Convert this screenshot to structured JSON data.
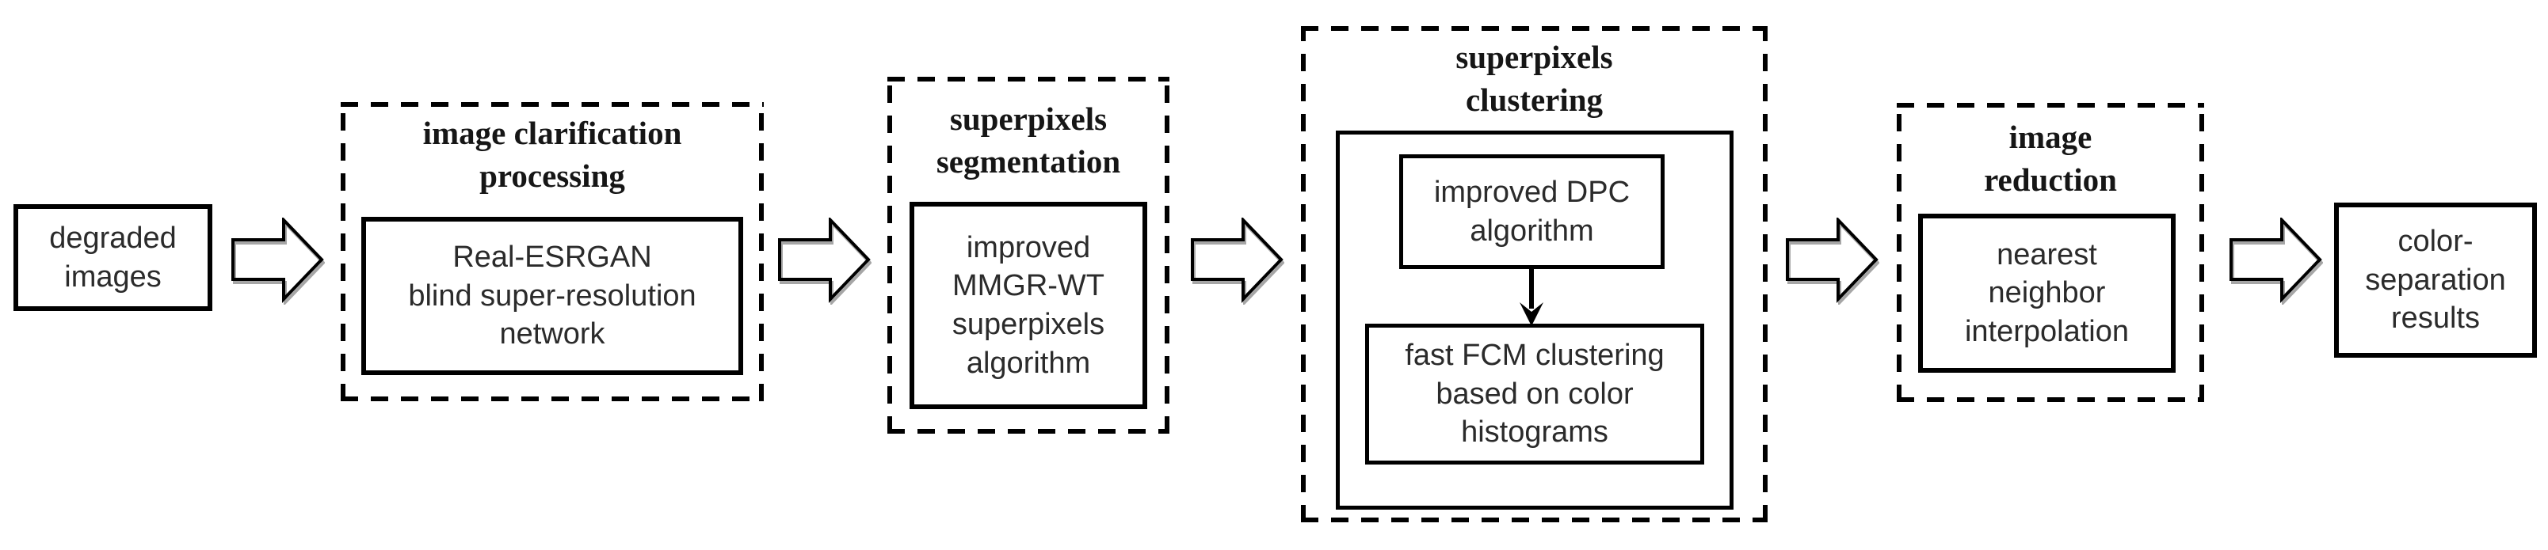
{
  "diagram": {
    "stages": [
      {
        "type": "box",
        "label": "degraded\nimages"
      },
      {
        "type": "group",
        "title": "image clarification\nprocessing",
        "box": "Real-ESRGAN\nblind super-resolution\nnetwork"
      },
      {
        "type": "group",
        "title": "superpixels\nsegmentation",
        "box": "improved\nMMGR-WT\nsuperpixels\nalgorithm"
      },
      {
        "type": "group",
        "title": "superpixels\nclustering",
        "boxes": [
          "improved DPC\nalgorithm",
          "fast FCM clustering\nbased on color\nhistograms"
        ],
        "inner_connector": "down-arrow"
      },
      {
        "type": "group",
        "title": "image\nreduction",
        "box": "nearest\nneighbor\ninterpolation"
      },
      {
        "type": "box",
        "label": "color-\nseparation\nresults"
      }
    ],
    "flow_arrow_count": 5
  },
  "colors": {
    "background": "#ffffff",
    "border": "#000000",
    "title_text": "#161616",
    "box_text": "#2b2b2b",
    "arrow_fill": "#ffffff",
    "arrow_outline": "#000000",
    "arrow_shadow": "#a6a6a6"
  }
}
